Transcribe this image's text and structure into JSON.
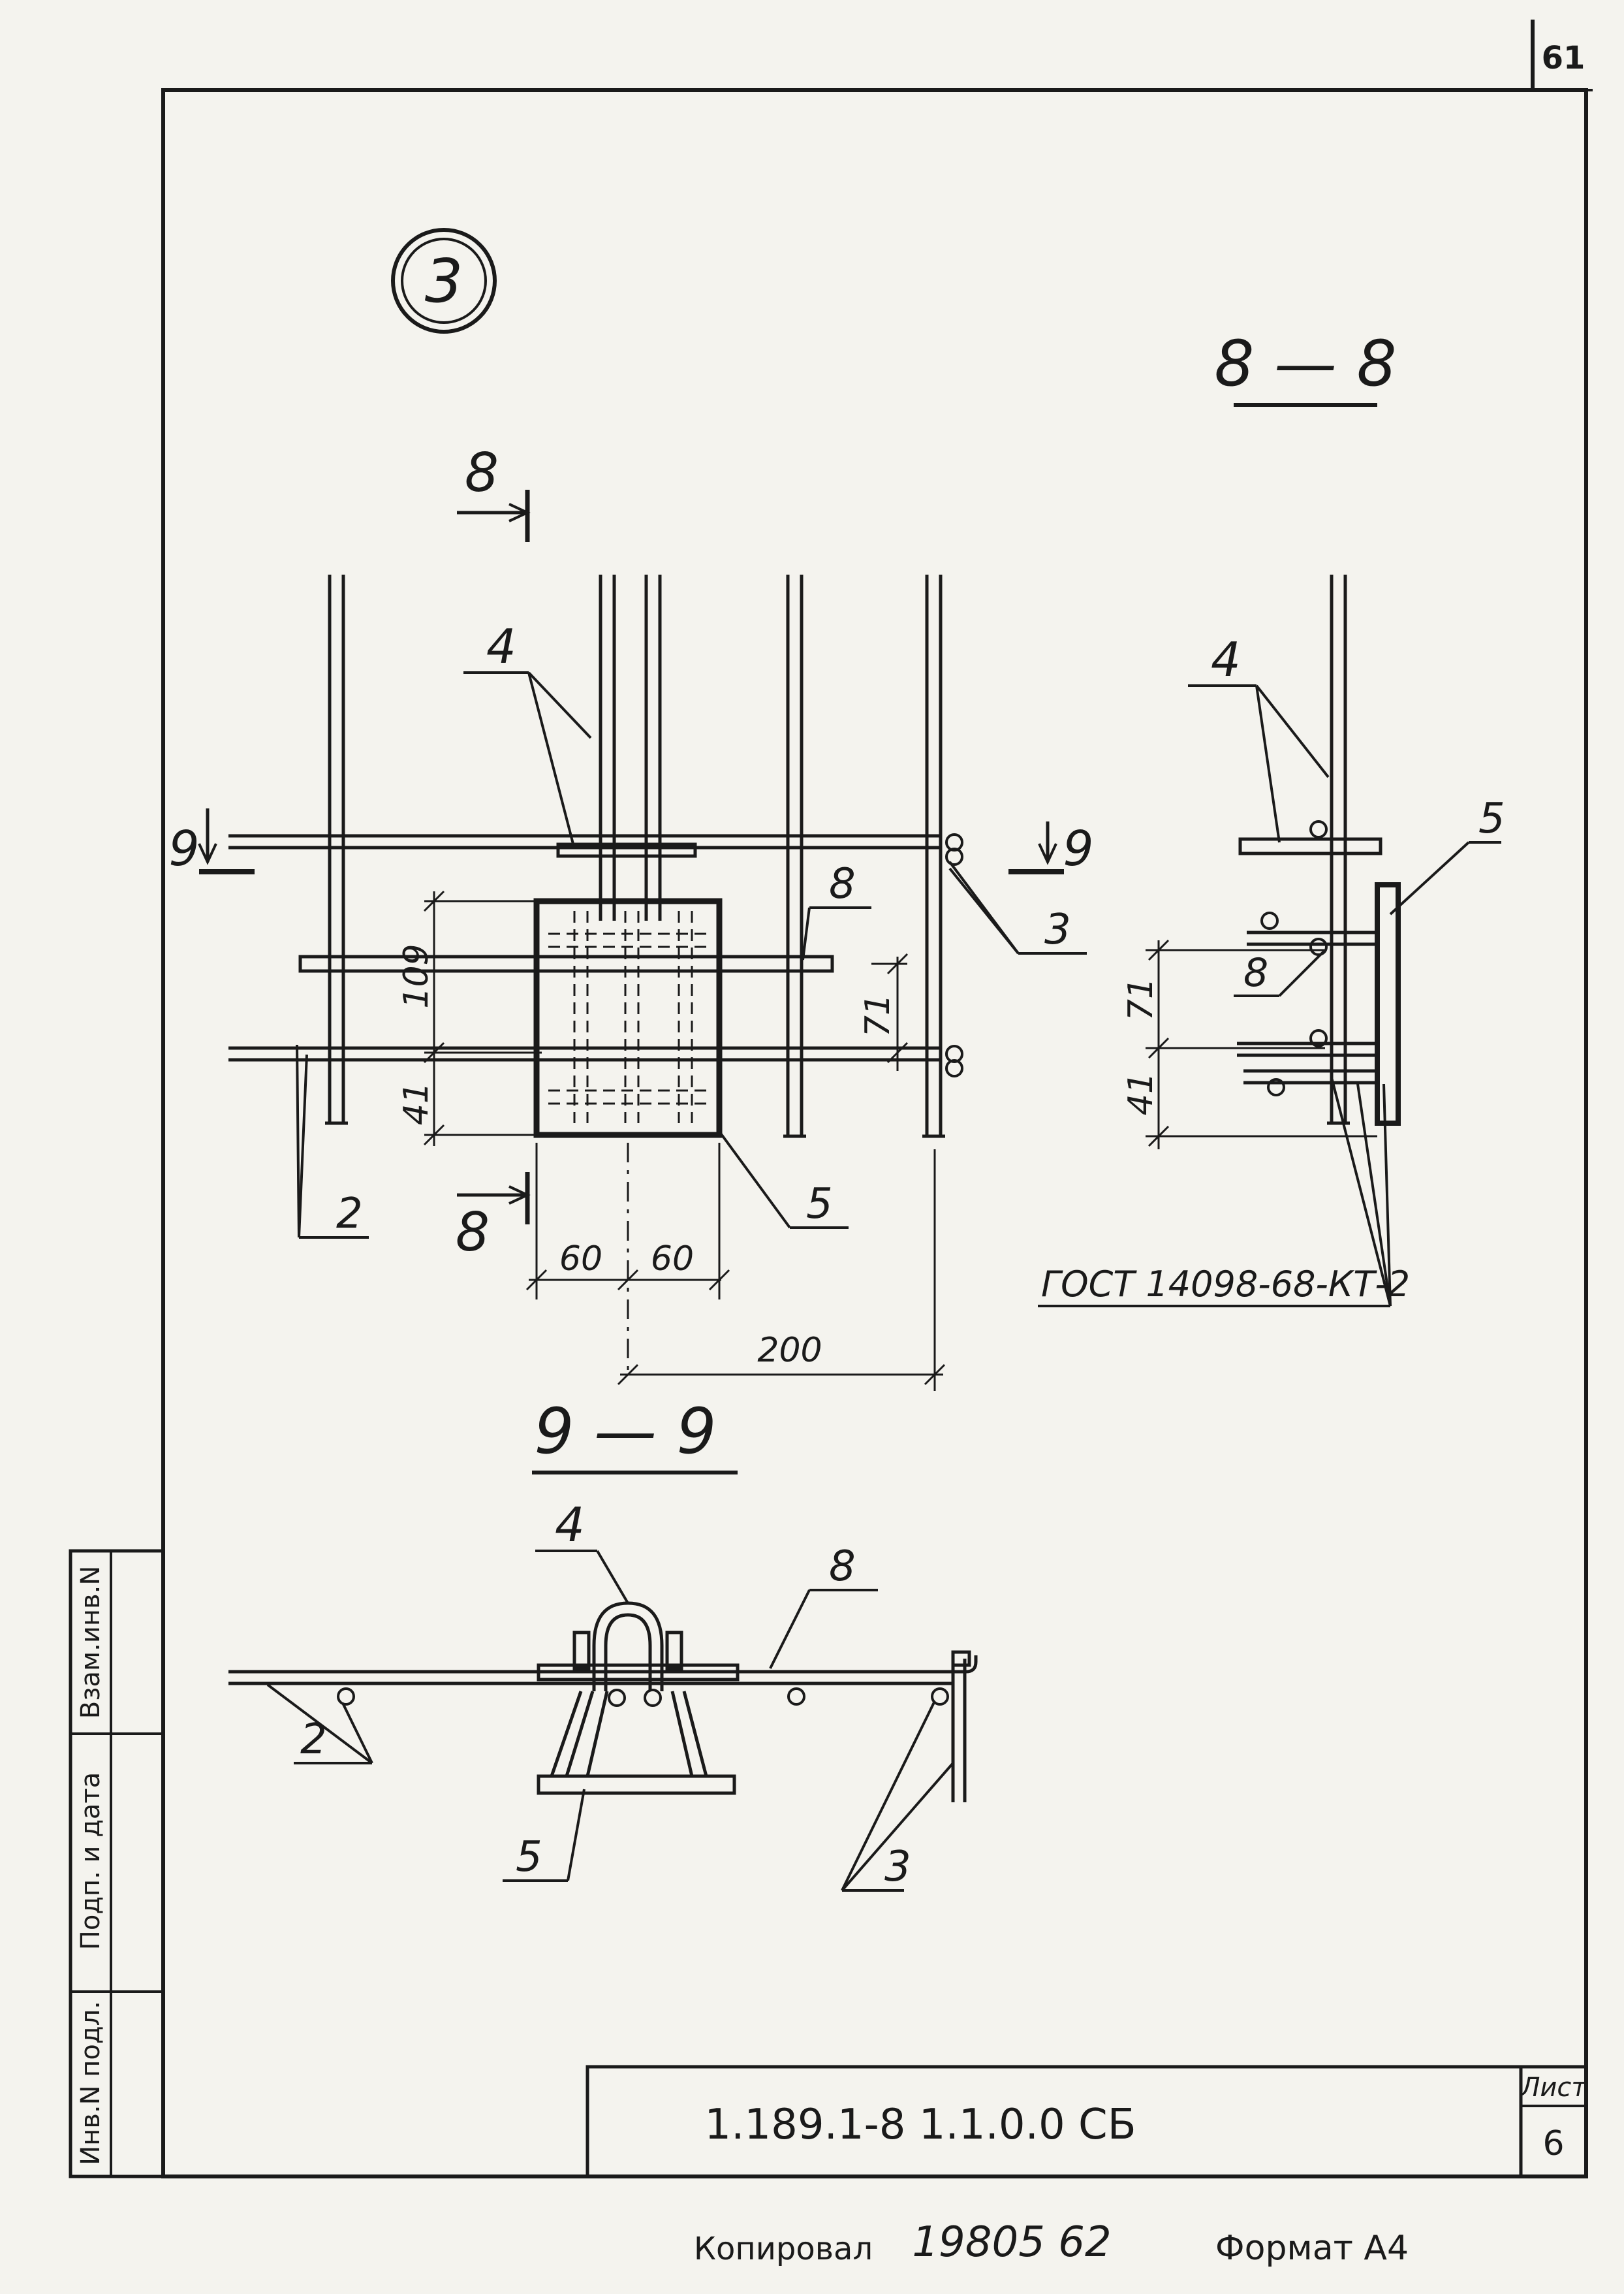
{
  "sheet": {
    "page_number": "61",
    "node_mark": "3"
  },
  "labels": {
    "section_8_title": "8 — 8",
    "section_9_title": "9 — 9",
    "cut_8": "8",
    "cut_9": "9",
    "pos_2": "2",
    "pos_3": "3",
    "pos_4": "4",
    "pos_5": "5",
    "pos_8": "8",
    "weld_spec": "ГОСТ 14098-68-КТ-2"
  },
  "dimensions": {
    "d109": "109",
    "d41": "41",
    "d71": "71",
    "d60a": "60",
    "d60b": "60",
    "d200": "200"
  },
  "stamp": {
    "side_inv_orig": "Инв.N подл.",
    "side_sign_date": "Подп. и дата",
    "side_inv_replace": "Взам.инв.N",
    "doc_code": "1.189.1-8  1.1.0.0 СБ",
    "sheet_label": "Лист",
    "sheet_number": "6"
  },
  "footer": {
    "copied_label": "Копировал",
    "copied_by": "19805  62",
    "format_label": "Формат А4"
  }
}
